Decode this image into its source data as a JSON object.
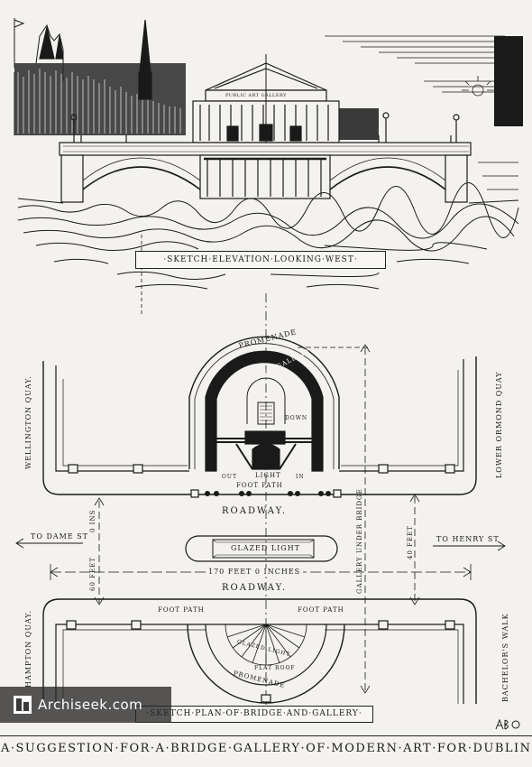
{
  "elevation_caption": "·SKETCH·ELEVATION·LOOKING·WEST·",
  "plan_caption": "·SKETCH·PLAN·OF·BRIDGE·AND·GALLERY·",
  "main_caption": ":A·SUGGESTION·FOR·A·BRIDGE·GALLERY·OF·MODERN·ART·FOR·DUBLIN:",
  "building_text": "PUBLIC  ART  GALLERY",
  "labels": {
    "promenade_top": "PROMENADE",
    "sculpture_gallery": "SCULPTURE GALLERY",
    "down": "DOWN",
    "out": "OUT",
    "light": "LIGHT",
    "in": "IN",
    "foot_path_top": "FOOT PATH",
    "roadway_1": "ROADWAY.",
    "glazed_light_center": "GLAZED LIGHT",
    "roadway_2": "ROADWAY.",
    "to_dame_st": "TO DAME ST",
    "to_henry_st": "TO HENRY ST",
    "width_170": "170 FEET    0 INCHES",
    "sixty_feet": "60 FEET",
    "forty_feet": "40 FEET",
    "zero_ins": "0 INS",
    "gallery_under_bridge": "GALLERY UNDER BRIDGE",
    "wellington_quay": "WELLINGTON QUAY.",
    "lower_ormond_quay": "LOWER ORMOND QUAY",
    "hampton_quay": "HAMPTON QUAY.",
    "bachelors_walk": "BACHELOR'S WALK",
    "foot_path_left": "FOOT PATH",
    "foot_path_right": "FOOT PATH",
    "glazed_light_bottom": "GLAZED LIGHT",
    "flat_roof": "FLAT ROOF",
    "promenade_bottom": "PROMENADE"
  },
  "watermark": "Archiseek.com",
  "watermark_icon": "archiseek-logo-icon",
  "monogram": "monogram-signature",
  "colors": {
    "ink": "#1a1a1a",
    "paper": "#f4f2ee",
    "watermark_bg": "#3a3a3a"
  }
}
